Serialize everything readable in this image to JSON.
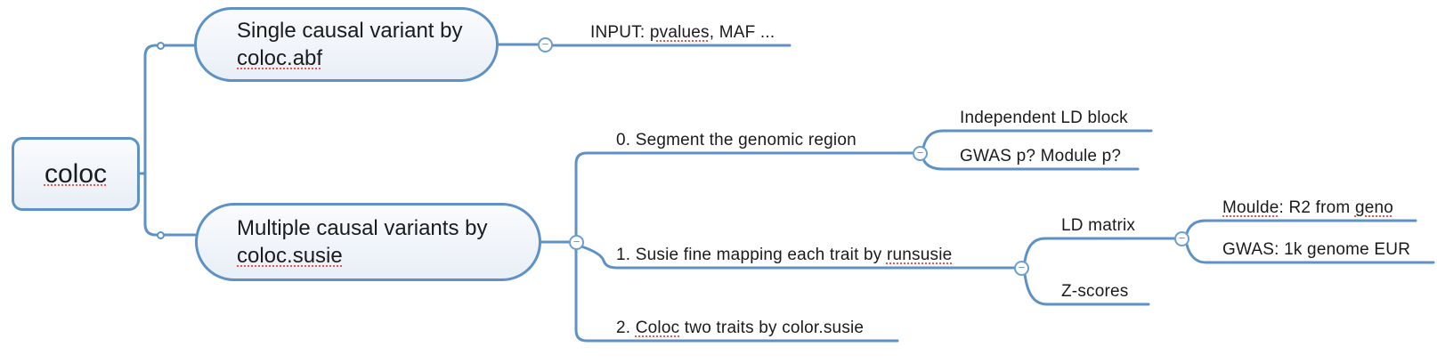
{
  "colors": {
    "branch_line": "#5e92c6",
    "node_border": "#5e92c6",
    "node_fill_top": "#fafbfd",
    "node_fill_bottom": "#e9eff7",
    "text": "#1b1b1d",
    "spellcheck_underline": "#ee5350"
  },
  "ui": {
    "collapse_glyph": "−"
  },
  "tree": {
    "root": {
      "label": "coloc"
    },
    "abf": {
      "title_line1": "Single causal variant by",
      "title_line2": "coloc.abf",
      "input": {
        "pre": "INPUT: ",
        "typo": "pvalues",
        "post": ", MAF ..."
      }
    },
    "susie": {
      "title_line1": "Multiple causal variants by",
      "title_line2": "coloc.susie",
      "step0": {
        "label": "0. Segment the genomic region",
        "ld_block": "Independent LD block",
        "gwas_p": "GWAS p? Module p?"
      },
      "step1": {
        "pre": "1. Susie fine mapping each trait by ",
        "typo": "runsusie",
        "ld_matrix": {
          "label": "LD matrix",
          "moulde": {
            "typo1": "Moulde",
            "mid": ": R2 from ",
            "typo2": "geno"
          },
          "gwas_1k": "GWAS: 1k genome EUR"
        },
        "z_scores": "Z-scores"
      },
      "step2": {
        "pre": "2. ",
        "typo": "Coloc",
        "post": " two traits by color.susie"
      }
    }
  }
}
